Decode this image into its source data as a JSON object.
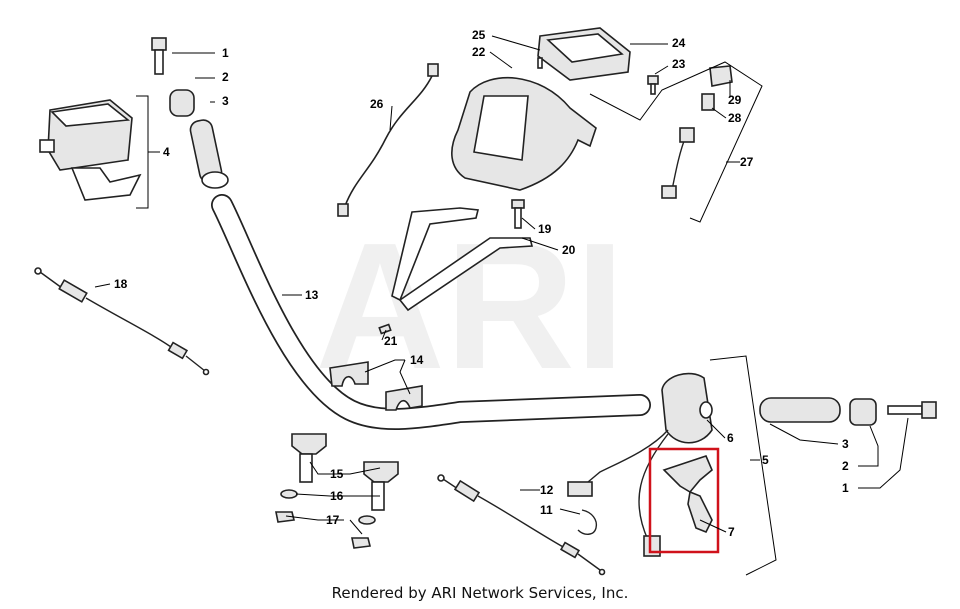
{
  "watermark": "ARI",
  "callouts": [
    "1",
    "2",
    "3",
    "4",
    "6",
    "5",
    "3",
    "2",
    "1",
    "7",
    "11",
    "12",
    "13",
    "14",
    "15",
    "16",
    "17",
    "18",
    "19",
    "20",
    "21",
    "22",
    "23",
    "24",
    "25",
    "26",
    "27",
    "28",
    "29"
  ],
  "highlight_color": "#d0121b",
  "footer": "Rendered by ARI Network Services, Inc."
}
